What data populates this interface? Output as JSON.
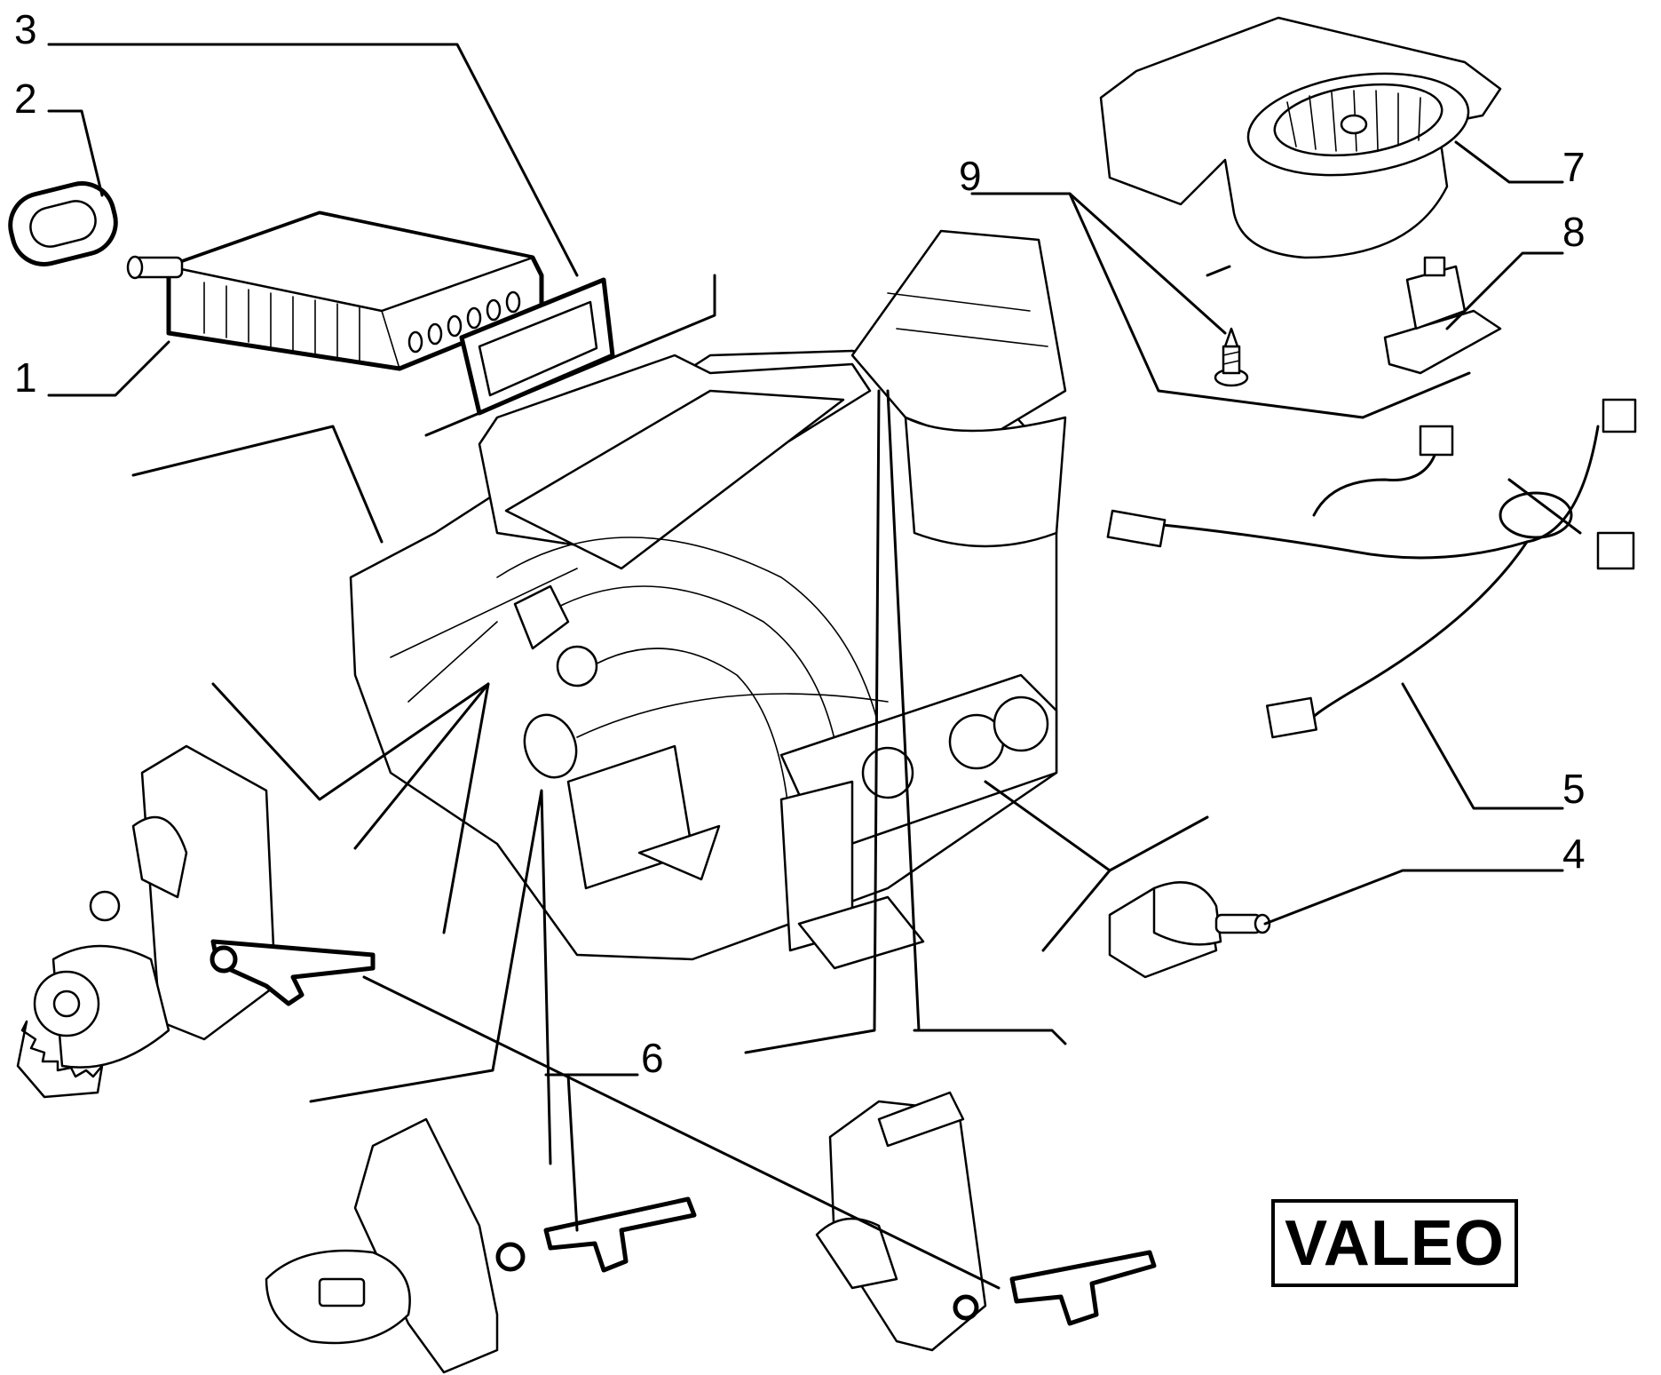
{
  "callouts": [
    {
      "id": "1",
      "label": "1"
    },
    {
      "id": "2",
      "label": "2"
    },
    {
      "id": "3",
      "label": "3"
    },
    {
      "id": "4",
      "label": "4"
    },
    {
      "id": "5",
      "label": "5"
    },
    {
      "id": "6",
      "label": "6"
    },
    {
      "id": "7",
      "label": "7"
    },
    {
      "id": "8",
      "label": "8"
    },
    {
      "id": "9",
      "label": "9"
    }
  ],
  "brand": {
    "label": "VALEO"
  }
}
